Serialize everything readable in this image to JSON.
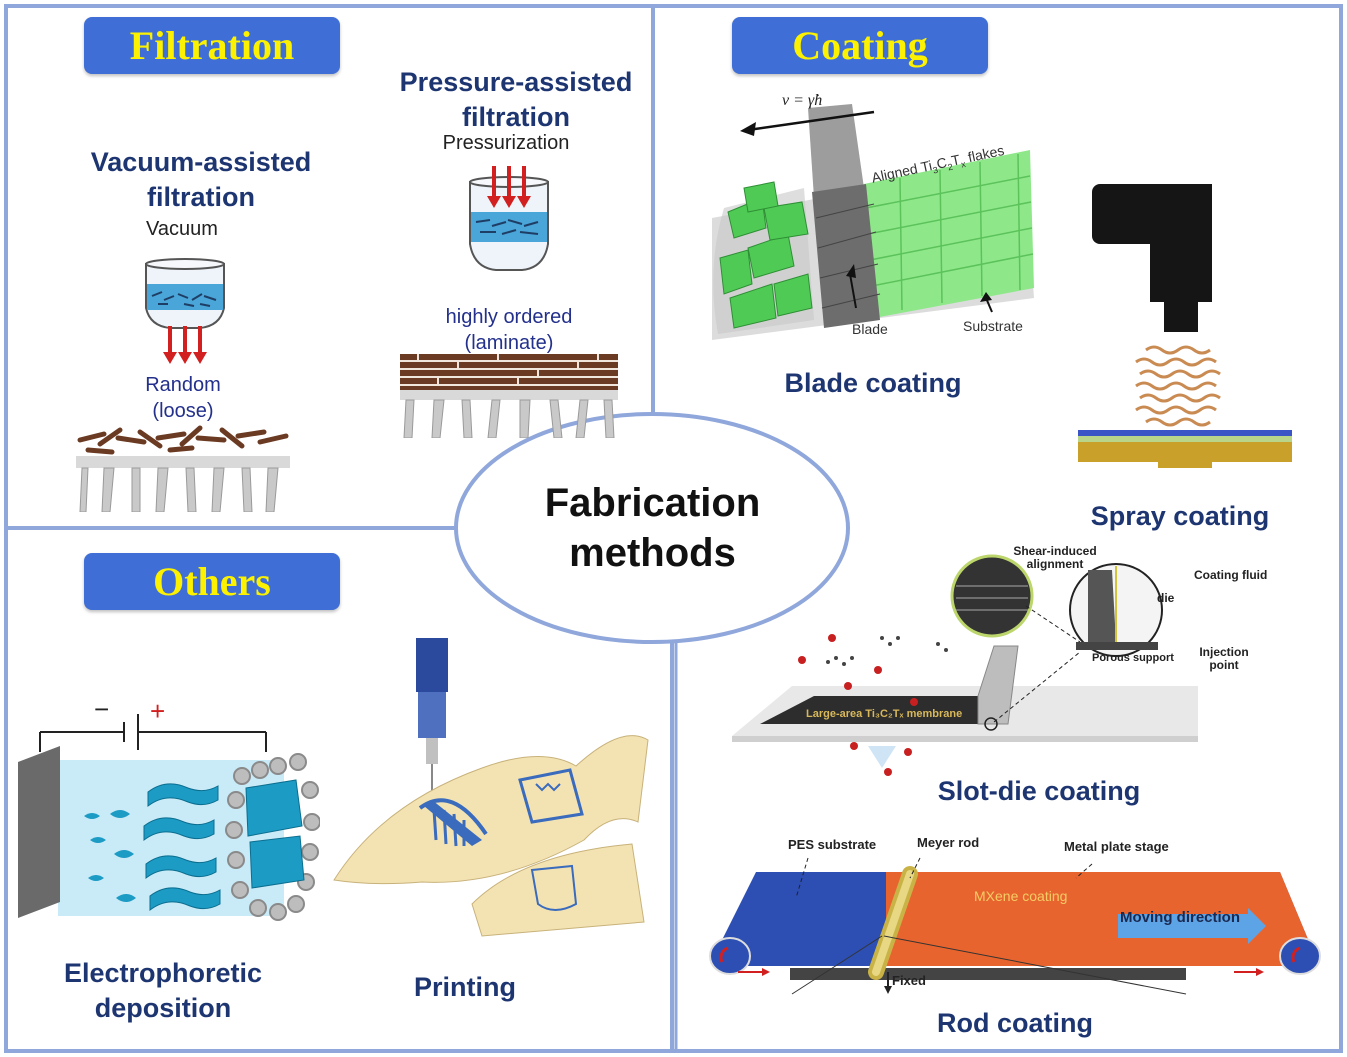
{
  "center": {
    "line1": "Fabrication",
    "line2": "methods"
  },
  "filtration": {
    "banner": "Filtration",
    "vacuum": {
      "title_l1": "Vacuum-assisted",
      "title_l2": "filtration",
      "caption": "Vacuum",
      "result_l1": "Random",
      "result_l2": "(loose)"
    },
    "pressure": {
      "title_l1": "Pressure-assisted",
      "title_l2": "filtration",
      "caption": "Pressurization",
      "result_l1": "highly ordered",
      "result_l2": "(laminate)"
    }
  },
  "coating": {
    "banner": "Coating",
    "blade": {
      "label": "Blade coating",
      "formula": "v = γ̇h",
      "flakes_prefix": "Aligned Ti",
      "flakes_sub1": "3",
      "flakes_mid": "C",
      "flakes_sub2": "2",
      "flakes_mid2": "T",
      "flakes_sub3": "x",
      "flakes_suffix": " flakes",
      "blade_tag": "Blade",
      "substrate_tag": "Substrate"
    },
    "spray": {
      "label": "Spray coating"
    },
    "slot_die": {
      "label": "Slot-die coating",
      "shear_l1": "Shear-induced",
      "shear_l2": "alignment",
      "coating_fluid": "Coating fluid",
      "die": "die",
      "porous_support": "Porous support",
      "injection_l1": "Injection",
      "injection_l2": "point",
      "membrane": "Large-area Ti₃C₂Tₓ membrane"
    },
    "rod": {
      "label": "Rod coating",
      "pes": "PES substrate",
      "meyer": "Meyer rod",
      "metal_plate": "Metal plate stage",
      "mxene": "MXene coating",
      "moving": "Moving direction",
      "fixed": "Fixed"
    }
  },
  "others": {
    "banner": "Others",
    "electrophoretic": {
      "label_l1": "Electrophoretic",
      "label_l2": "deposition",
      "minus": "−",
      "plus": "+"
    },
    "printing": {
      "label": "Printing"
    }
  },
  "colors": {
    "banner_bg": "#3f6fd6",
    "banner_text": "#fbf100",
    "navy_text": "#1d3570",
    "border": "#8fa7db",
    "arrow_red": "#d21f1f"
  }
}
